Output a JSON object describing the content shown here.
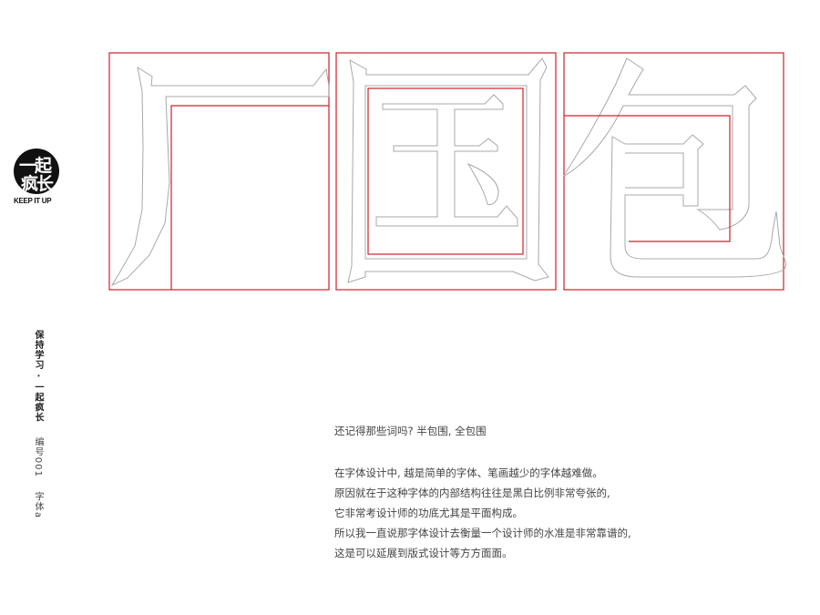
{
  "logo": {
    "text_line1": "一起",
    "text_line2": "疯长",
    "subtitle": "KEEP IT UP"
  },
  "sidebar": {
    "slogan": "保持学习 · 一起疯长",
    "number_label": "编号001",
    "topic_label": "字体a"
  },
  "glyphs": [
    "厂",
    "国",
    "包"
  ],
  "colors": {
    "frame": "#d0202a",
    "outline": "#a8a8a8",
    "logo_bg": "#111111"
  },
  "text": {
    "intro": "还记得那些词吗? 半包围, 全包围",
    "paragraph": [
      "在字体设计中, 越是简单的字体、笔画越少的字体越难做。",
      "原因就在于这种字体的内部结构往往是黑白比例非常夸张的,",
      "它非常考设计师的功底尤其是平面构成。",
      "所以我一直说那字体设计去衡量一个设计师的水准是非常靠谱的,",
      "这是可以延展到版式设计等方方面面。"
    ]
  }
}
